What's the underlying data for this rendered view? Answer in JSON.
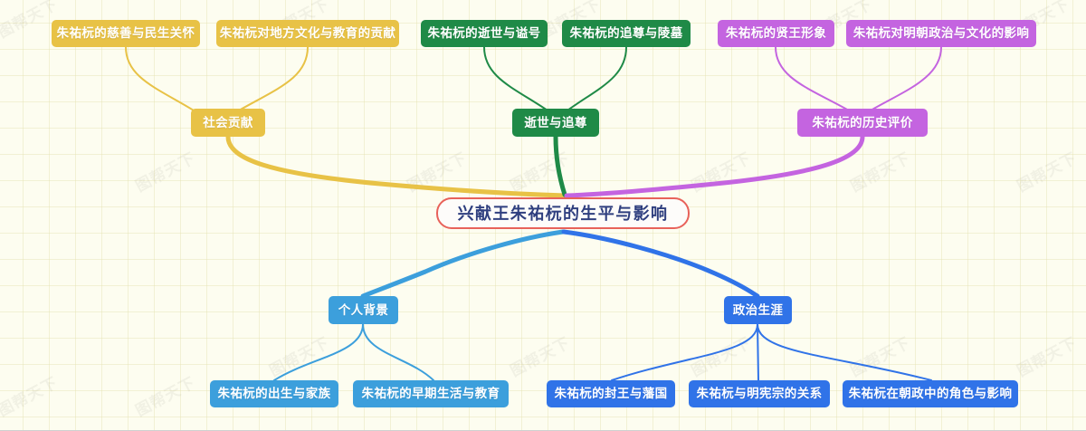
{
  "document": {
    "type": "mindmap",
    "title": "兴献王朱祐杬的生平与影响",
    "watermark_text": "图帮天下",
    "background_color": "#fdfdf0",
    "grid_color": "#e2deaa"
  },
  "root": {
    "label": "兴献王朱祐杬的生平与影响",
    "border_color": "#e8625a",
    "text_color": "#2f3f7f",
    "fill_color": "#fdfcfa"
  },
  "branches": [
    {
      "id": "social",
      "label": "社会贡献",
      "color": "#e8c246",
      "position": "top-left",
      "children": [
        {
          "label": "朱祐杬的慈善与民生关怀"
        },
        {
          "label": "朱祐杬对地方文化与教育的贡献"
        }
      ]
    },
    {
      "id": "death",
      "label": "逝世与追尊",
      "color": "#1f8a47",
      "position": "top-center",
      "children": [
        {
          "label": "朱祐杬的逝世与谥号"
        },
        {
          "label": "朱祐杬的追尊与陵墓"
        }
      ]
    },
    {
      "id": "evaluation",
      "label": "朱祐杬的历史评价",
      "color": "#c464e0",
      "position": "top-right",
      "children": [
        {
          "label": "朱祐杬的贤王形象"
        },
        {
          "label": "朱祐杬对明朝政治与文化的影响"
        }
      ]
    },
    {
      "id": "personal",
      "label": "个人背景",
      "color": "#3c9fdc",
      "position": "bottom-left",
      "children": [
        {
          "label": "朱祐杬的出生与家族"
        },
        {
          "label": "朱祐杬的早期生活与教育"
        }
      ]
    },
    {
      "id": "political",
      "label": "政治生涯",
      "color": "#3073e8",
      "position": "bottom-right",
      "children": [
        {
          "label": "朱祐杬的封王与藩国"
        },
        {
          "label": "朱祐杬与明宪宗的关系"
        },
        {
          "label": "朱祐杬在朝政中的角色与影响"
        }
      ]
    }
  ]
}
